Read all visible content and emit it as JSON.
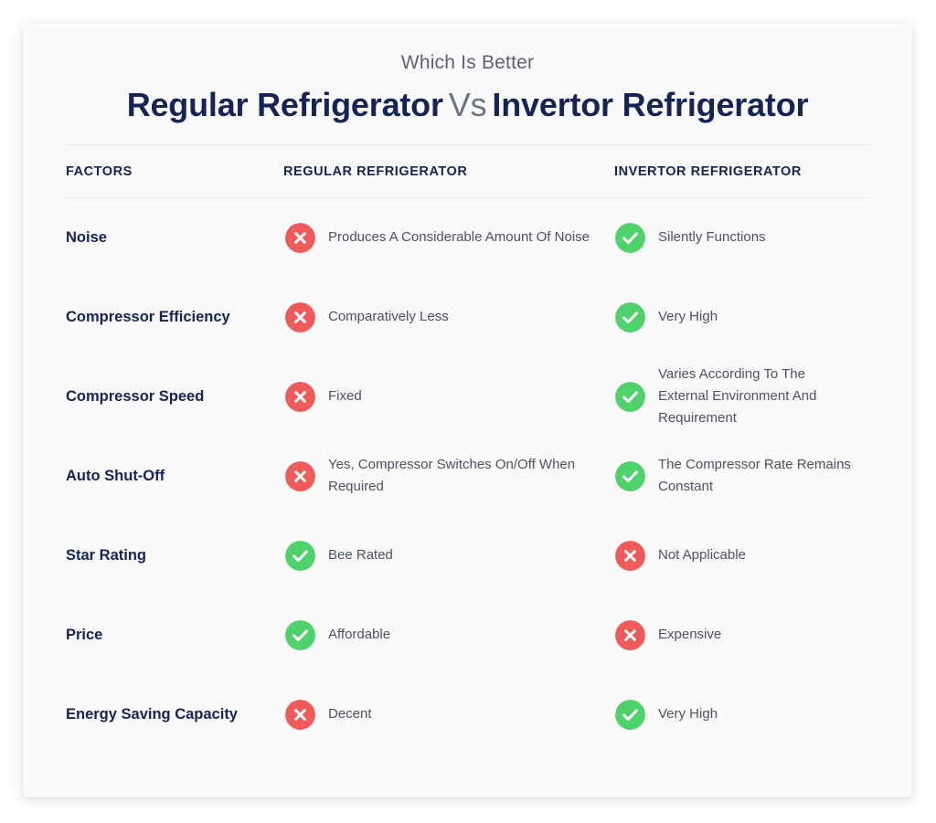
{
  "header": {
    "kicker": "Which Is Better",
    "title_left": "Regular Refrigerator",
    "title_vs": "Vs",
    "title_right": "Invertor Refrigerator"
  },
  "colors": {
    "positive": "#4fd16b",
    "negative": "#ef5b5b",
    "heading": "#152457",
    "body_text": "#4a5263",
    "card_bg": "#fafafb",
    "divider": "#e8e9ef"
  },
  "table": {
    "columns": [
      {
        "key": "factors",
        "label": "FACTORS"
      },
      {
        "key": "regular",
        "label": "REGULAR REFRIGERATOR"
      },
      {
        "key": "invertor",
        "label": "INVERTOR REFRIGERATOR"
      }
    ],
    "rows": [
      {
        "factor": "Noise",
        "regular": {
          "icon": "cross-icon",
          "status": "negative",
          "text": "Produces A Considerable Amount Of Noise"
        },
        "invertor": {
          "icon": "check-icon",
          "status": "positive",
          "text": "Silently Functions"
        }
      },
      {
        "factor": "Compressor Efficiency",
        "regular": {
          "icon": "cross-icon",
          "status": "negative",
          "text": "Comparatively Less"
        },
        "invertor": {
          "icon": "check-icon",
          "status": "positive",
          "text": "Very High"
        }
      },
      {
        "factor": "Compressor Speed",
        "regular": {
          "icon": "cross-icon",
          "status": "negative",
          "text": "Fixed"
        },
        "invertor": {
          "icon": "check-icon",
          "status": "positive",
          "text": "Varies According To The External Environment And Requirement"
        }
      },
      {
        "factor": "Auto Shut-Off",
        "regular": {
          "icon": "cross-icon",
          "status": "negative",
          "text": "Yes, Compressor Switches On/Off When Required"
        },
        "invertor": {
          "icon": "check-icon",
          "status": "positive",
          "text": "The Compressor Rate Remains Constant"
        }
      },
      {
        "factor": "Star Rating",
        "regular": {
          "icon": "check-icon",
          "status": "positive",
          "text": "Bee Rated"
        },
        "invertor": {
          "icon": "cross-icon",
          "status": "negative",
          "text": "Not Applicable"
        }
      },
      {
        "factor": "Price",
        "regular": {
          "icon": "check-icon",
          "status": "positive",
          "text": "Affordable"
        },
        "invertor": {
          "icon": "cross-icon",
          "status": "negative",
          "text": "Expensive"
        }
      },
      {
        "factor": "Energy Saving Capacity",
        "regular": {
          "icon": "cross-icon",
          "status": "negative",
          "text": "Decent"
        },
        "invertor": {
          "icon": "check-icon",
          "status": "positive",
          "text": "Very High"
        }
      }
    ]
  }
}
